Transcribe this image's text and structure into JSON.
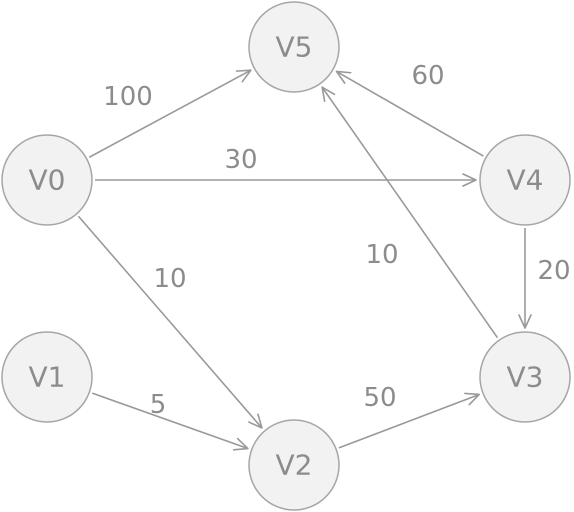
{
  "graph": {
    "nodes": [
      {
        "id": "V0",
        "label": "V0"
      },
      {
        "id": "V1",
        "label": "V1"
      },
      {
        "id": "V2",
        "label": "V2"
      },
      {
        "id": "V3",
        "label": "V3"
      },
      {
        "id": "V4",
        "label": "V4"
      },
      {
        "id": "V5",
        "label": "V5"
      }
    ],
    "edges": [
      {
        "from": "V0",
        "to": "V5",
        "weight": "100"
      },
      {
        "from": "V0",
        "to": "V4",
        "weight": "30"
      },
      {
        "from": "V0",
        "to": "V2",
        "weight": "10"
      },
      {
        "from": "V1",
        "to": "V2",
        "weight": "5"
      },
      {
        "from": "V2",
        "to": "V3",
        "weight": "50"
      },
      {
        "from": "V3",
        "to": "V5",
        "weight": "10"
      },
      {
        "from": "V4",
        "to": "V5",
        "weight": "60"
      },
      {
        "from": "V4",
        "to": "V3",
        "weight": "20"
      }
    ]
  }
}
